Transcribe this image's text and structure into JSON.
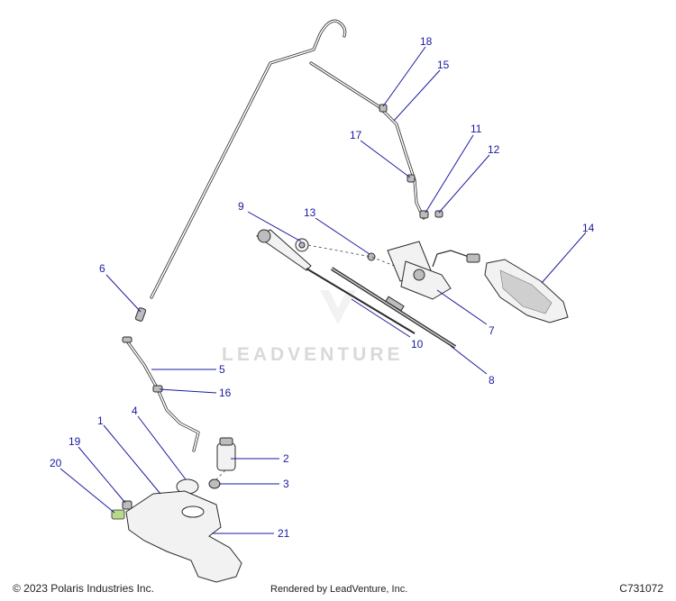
{
  "watermark": "LEADVENTURE",
  "footer": {
    "copyright": "© 2023 Polaris Industries Inc.",
    "rendered_by": "Rendered by LeadVenture, Inc.",
    "diagram_id": "C731072"
  },
  "callouts": [
    "1",
    "2",
    "3",
    "4",
    "5",
    "6",
    "7",
    "8",
    "9",
    "10",
    "11",
    "12",
    "13",
    "14",
    "15",
    "16",
    "17",
    "18",
    "19",
    "20",
    "21"
  ],
  "colors": {
    "callout": "#1a1aa0",
    "watermark": "#d9d9d9"
  }
}
